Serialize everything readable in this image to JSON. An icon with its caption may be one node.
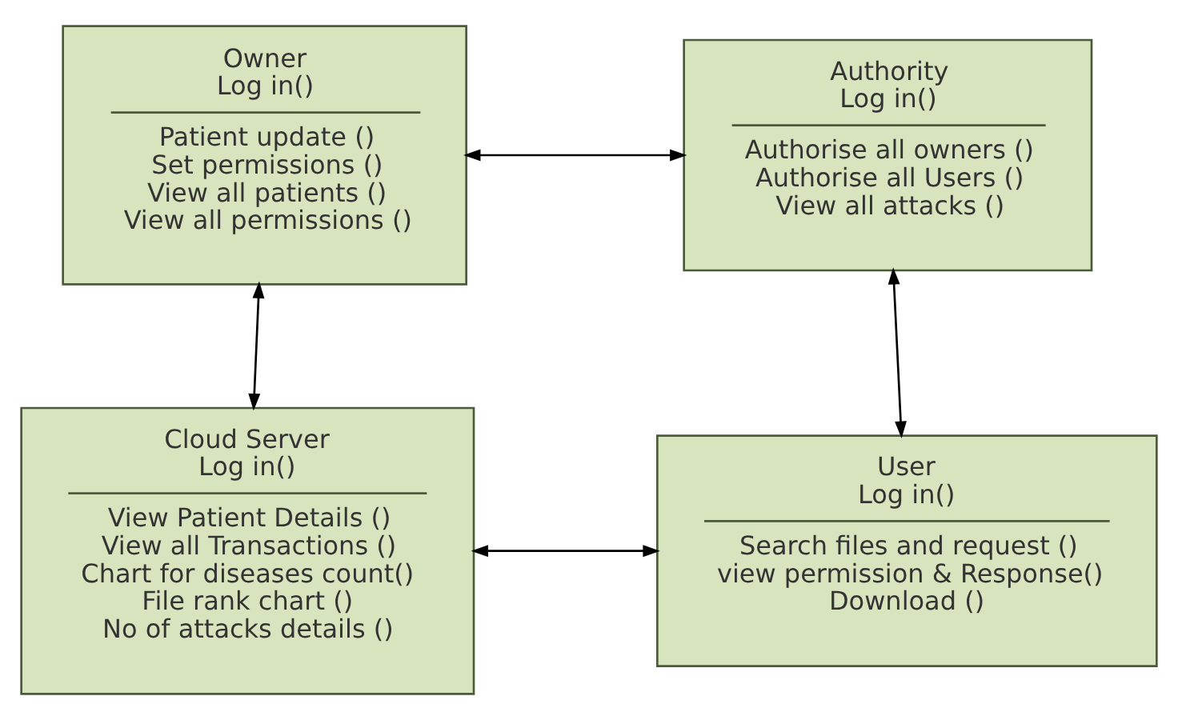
{
  "diagram": {
    "nodes": [
      {
        "text": [
          "Owner",
          "Log in()",
          "Patient update ()",
          "Set permissions ()",
          "View all patients ()",
          "View all permissions ()"
        ]
      },
      {
        "text": [
          "Authority",
          "Log in()",
          "Authorise all owners ()",
          "Authorise all Users ()",
          "View all attacks ()"
        ]
      },
      {
        "text": [
          "Cloud Server",
          "Log in()",
          "View Patient Details ()",
          "View all Transactions ()",
          "Chart for diseases count()",
          "File rank chart ()",
          "No of attacks details ()"
        ]
      },
      {
        "text": [
          "User",
          "Log in()",
          "Search files and request ()",
          "view permission & Response()",
          "Download ()"
        ]
      }
    ],
    "edges": [
      {
        "from": 0,
        "to": 1,
        "arrow": "both"
      },
      {
        "from": 0,
        "to": 2,
        "arrow": "both"
      },
      {
        "from": 1,
        "to": 3,
        "arrow": "both"
      },
      {
        "from": 2,
        "to": 3,
        "arrow": "both"
      }
    ]
  }
}
